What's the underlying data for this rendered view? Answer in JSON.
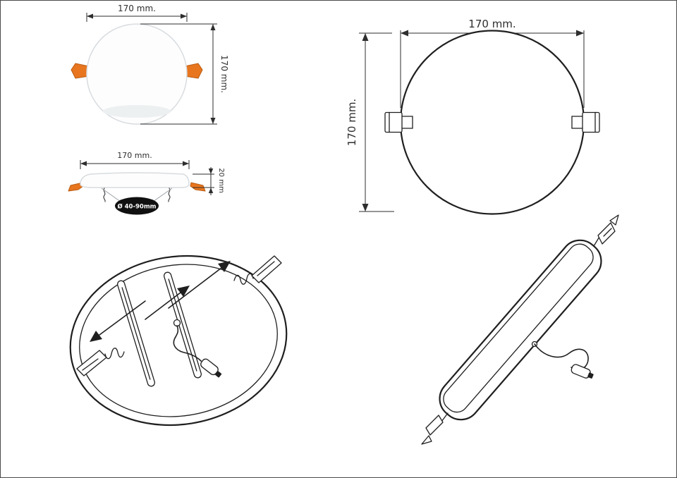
{
  "colors": {
    "line": "#1f1f1f",
    "dim": "#2e2e2e",
    "clip_orange": "#e8761f",
    "clip_edge": "#b85c12",
    "panel_fill": "#fdfdfd",
    "panel_edge": "#d8dcdf",
    "cutout_fill": "#101010"
  },
  "views": {
    "front_photo": {
      "top_dim": "170 mm.",
      "right_dim": "170 mm."
    },
    "side": {
      "top_dim": "170 mm.",
      "right_dim": "20 mm",
      "cutout_dim": "Ø 40-90mm"
    },
    "front_line": {
      "top_dim": "170 mm.",
      "left_dim": "170 mm."
    }
  }
}
